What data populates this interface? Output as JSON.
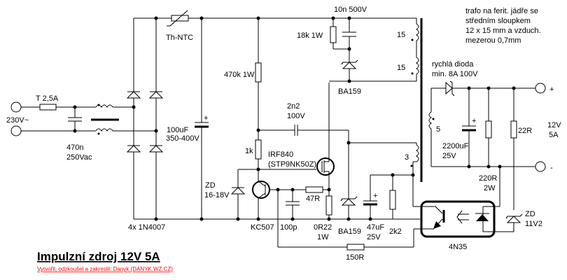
{
  "title": "Impulzní zdroj 12V 5A",
  "credit": "Vytvořil, odzkoušel a zakreslil: Danyk (DANYK.WZ.CZ)",
  "credit_color": "#ff0000",
  "input": {
    "voltage_label": "230V~",
    "fuse_label": "T 2,5A",
    "cap_label_1": "470n",
    "cap_label_2": "250Vac"
  },
  "rectifier": {
    "diodes_label": "4x 1N4007",
    "ntc_label": "Th-NTC",
    "bulk_cap_label_1": "100uF",
    "bulk_cap_label_2": "350-400V"
  },
  "primary": {
    "start_resistor_label": "470k 1W",
    "snubber_resistor_label": "18k 1W",
    "snubber_cap_label": "10n 500V",
    "snubber_diode_label": "BA159",
    "feedback_cap_label_1": "2n2",
    "feedback_cap_label_2": "100V",
    "gate_resistor_label": "1k",
    "mosfet_label_1": "IRF840",
    "mosfet_label_2": "(STP9NK50Z)",
    "zener_label_1": "ZD",
    "zener_label_2": "16-18V",
    "transistor_label": "KC507",
    "base_cap_label": "100p",
    "base_resistor_label": "47R",
    "sense_resistor_label_1": "0R22",
    "sense_resistor_label_2": "1W",
    "aux_diode_label": "BA159",
    "aux_cap_label_1": "47uF",
    "aux_cap_label_2": "25V",
    "aux_resistor_label": "2k2",
    "opto_resistor_label": "150R"
  },
  "transformer": {
    "note_lines": [
      "trafo na ferit. jádře se",
      "středním sloupkem",
      "12 x 15 mm a vzduch.",
      "mezerou 0,7mm"
    ],
    "winding_primary_1": "15",
    "winding_primary_2": "15",
    "winding_aux": "3",
    "winding_secondary": "5"
  },
  "secondary": {
    "diode_label_1": "rychlá dioda",
    "diode_label_2": "min. 8A 100V",
    "cap_label_1": "2200uF",
    "cap_label_2": "25V",
    "load_resistor_label": "22R",
    "led_resistor_label_1": "220R",
    "led_resistor_label_2": "2W",
    "zener_label_1": "ZD",
    "zener_label_2": "11V2",
    "output_label_1": "12V",
    "output_label_2": "5A",
    "plus_label": "+",
    "minus_label": "-",
    "opto_label": "4N35"
  }
}
